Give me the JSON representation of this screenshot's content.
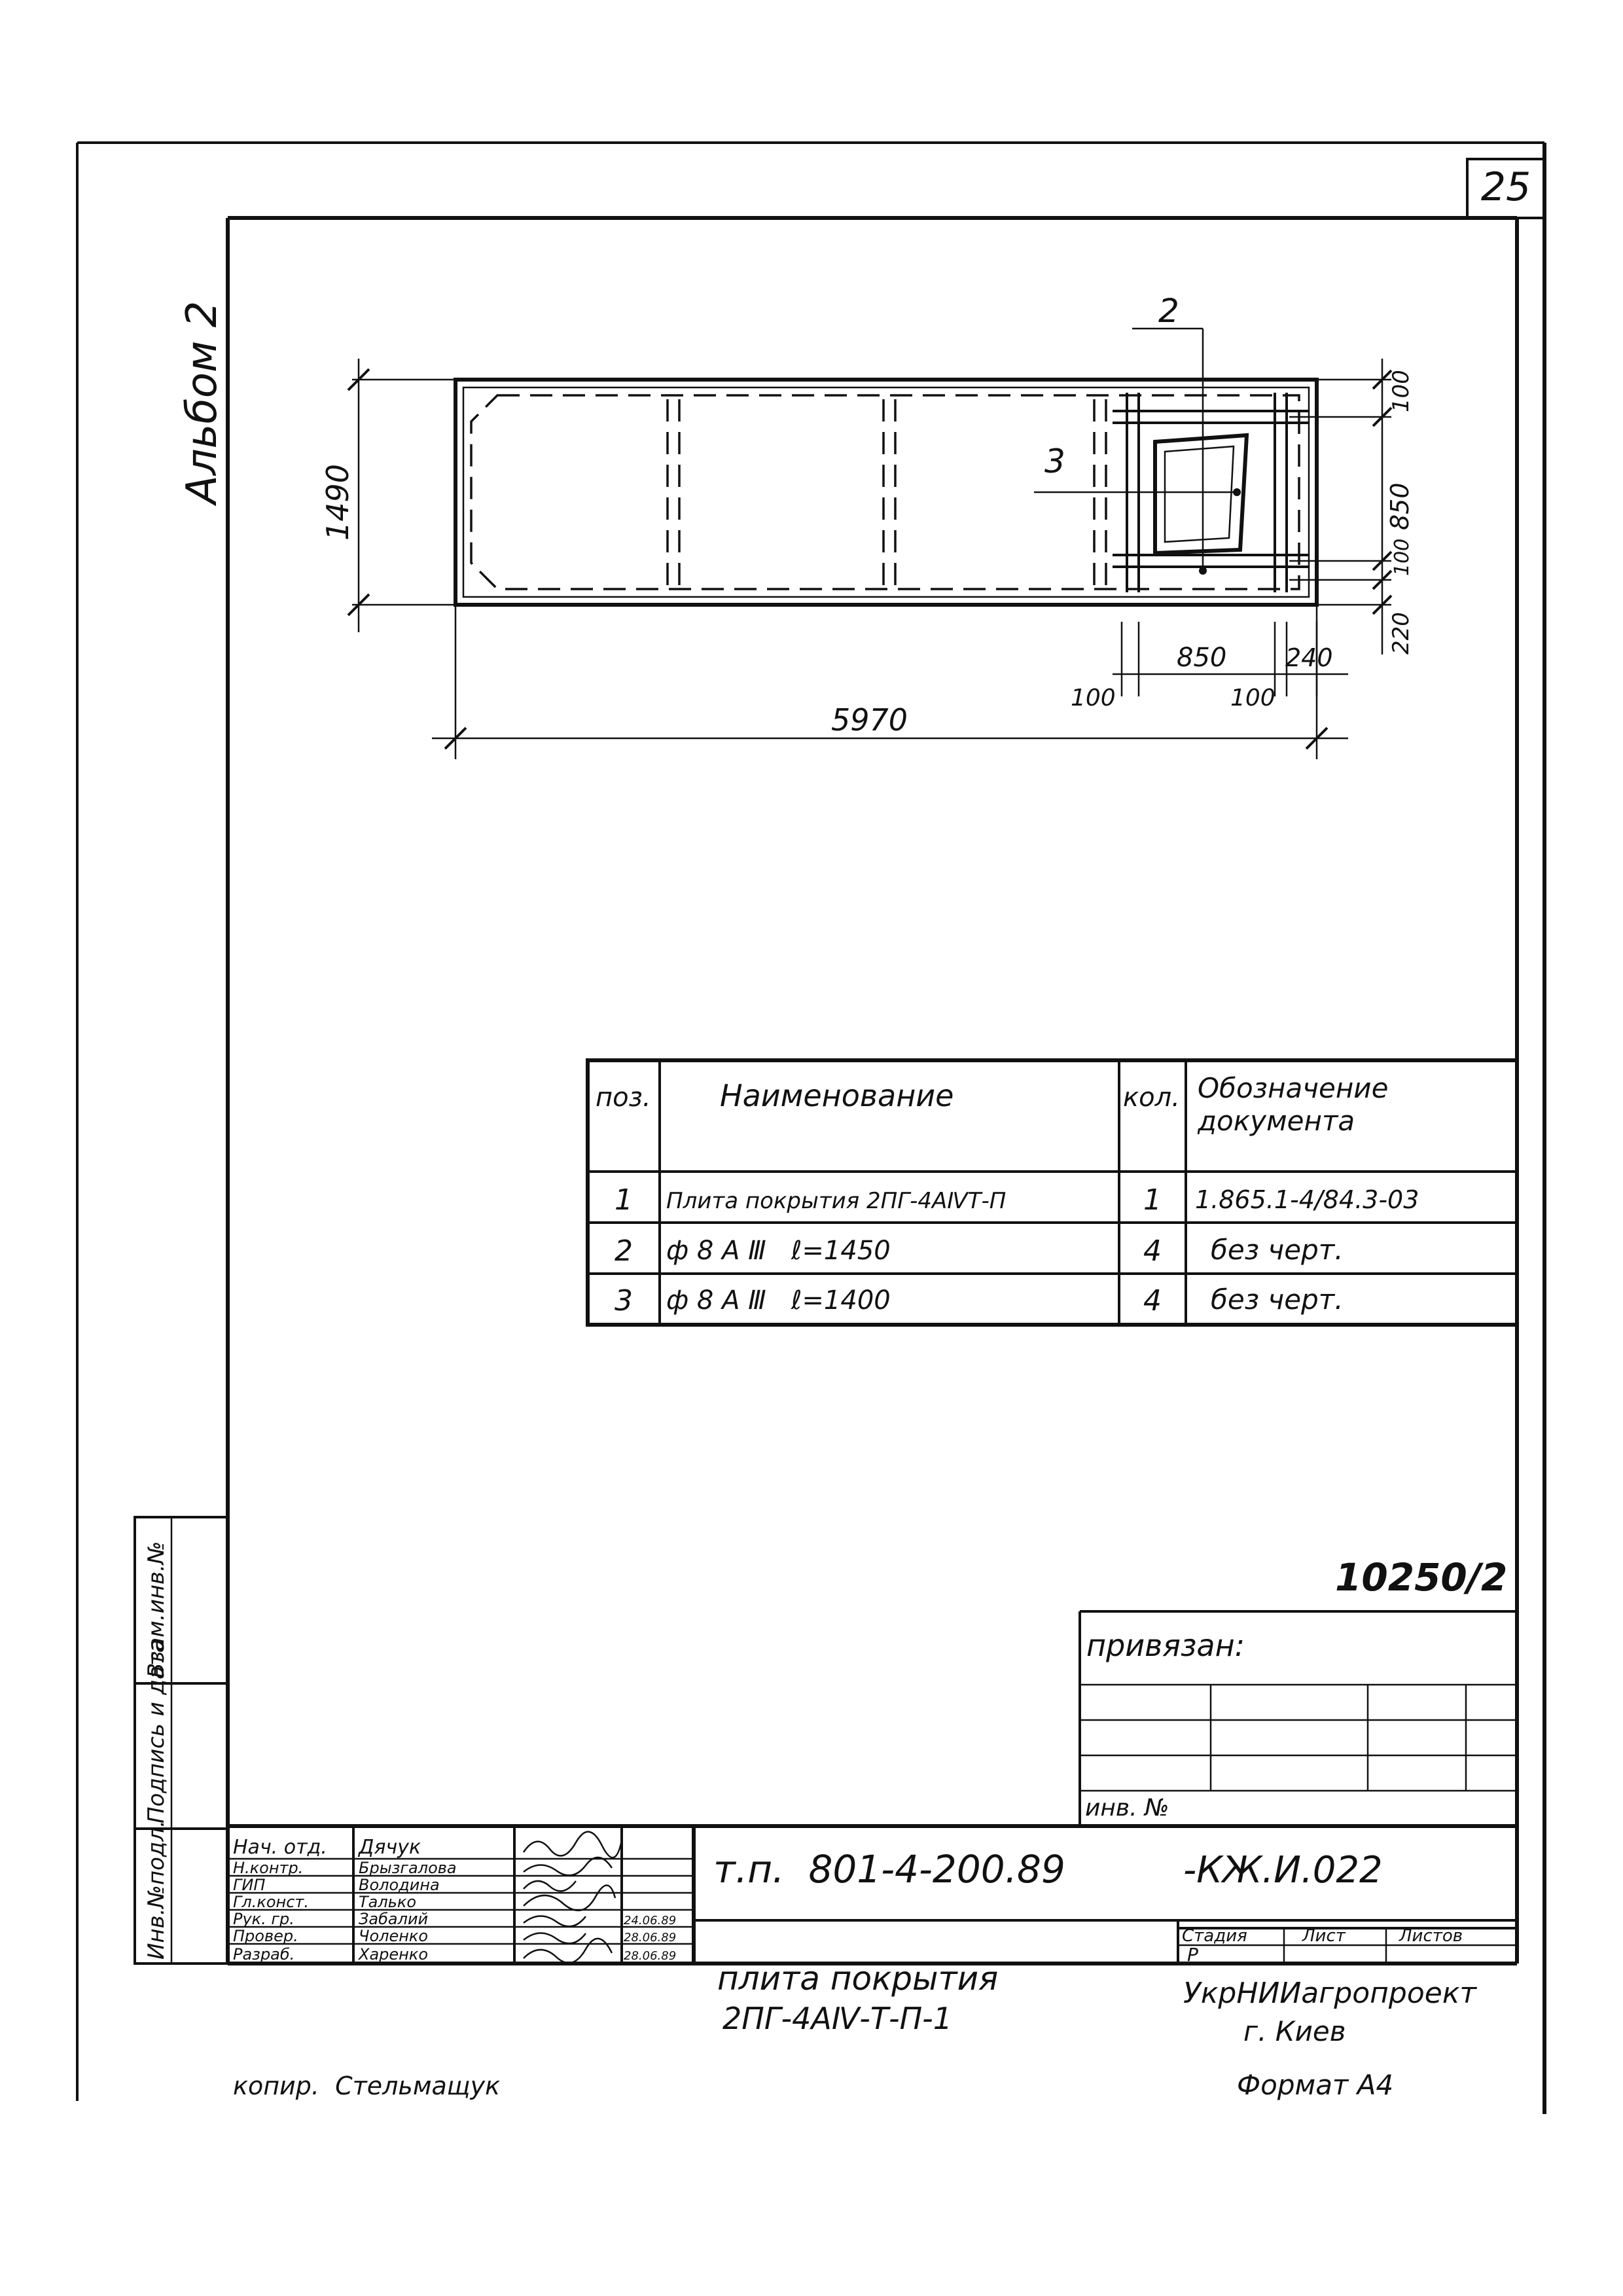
{
  "page_number": "25",
  "album_label": "Альбом 2",
  "drawing": {
    "callout_2": "2",
    "callout_3": "3",
    "dim_overall_length": "5970",
    "dim_overall_width": "1490",
    "dim_right_100": "100",
    "dim_right_850": "850",
    "dim_right_100b": "100",
    "dim_right_220": "220",
    "dim_bottom_100a": "100",
    "dim_bottom_850": "850",
    "dim_bottom_100b": "100",
    "dim_bottom_240": "240"
  },
  "spec_table": {
    "headers": [
      "поз.",
      "Наименование",
      "кол.",
      "Обозначение документа"
    ],
    "rows": [
      [
        "1",
        "Плита покрытия 2ПГ-4АⅣТ-П",
        "1",
        "1.865.1-4/84.3-03"
      ],
      [
        "2",
        "ф 8 А Ⅲ   ℓ=1450",
        "4",
        "без черт."
      ],
      [
        "3",
        "ф 8 А Ⅲ   ℓ=1400",
        "4",
        "без черт."
      ]
    ]
  },
  "archive_number": "10250/2",
  "privyazan": "привязан:",
  "inv_no": "инв. №",
  "side_stamp": {
    "inv_podl": "Инв.№подл.",
    "podpis_data": "Подпись и дата",
    "vzam_inv": "Взам.инв.№"
  },
  "title_block": {
    "code": "т.п.  801-4-200.89",
    "sheet_code": "-КЖ.И.022",
    "title_line1": "плита покрытия",
    "title_line2": "2ПГ-4АⅣ-Т-П-1",
    "stage_label": "Стадия",
    "sheet_label": "Лист",
    "sheets_label": "Листов",
    "stage_value": "Р",
    "org": "УкрНИИагропроект",
    "city": "г. Киев",
    "roles": [
      {
        "role": "Нач. отд.",
        "name": "Дячук",
        "date": ""
      },
      {
        "role": "Н.контр.",
        "name": "Брызгалова",
        "date": ""
      },
      {
        "role": "ГИП",
        "name": "Володина",
        "date": ""
      },
      {
        "role": "Гл.конст.",
        "name": "Талько",
        "date": ""
      },
      {
        "role": "Рук. гр.",
        "name": "Забалий",
        "date": "24.06.89"
      },
      {
        "role": "Провер.",
        "name": "Чоленко",
        "date": "28.06.89"
      },
      {
        "role": "Разраб.",
        "name": "Харенко",
        "date": "28.06.89"
      }
    ],
    "copied": "копир.  Стельмащук",
    "format": "Формат А4"
  }
}
